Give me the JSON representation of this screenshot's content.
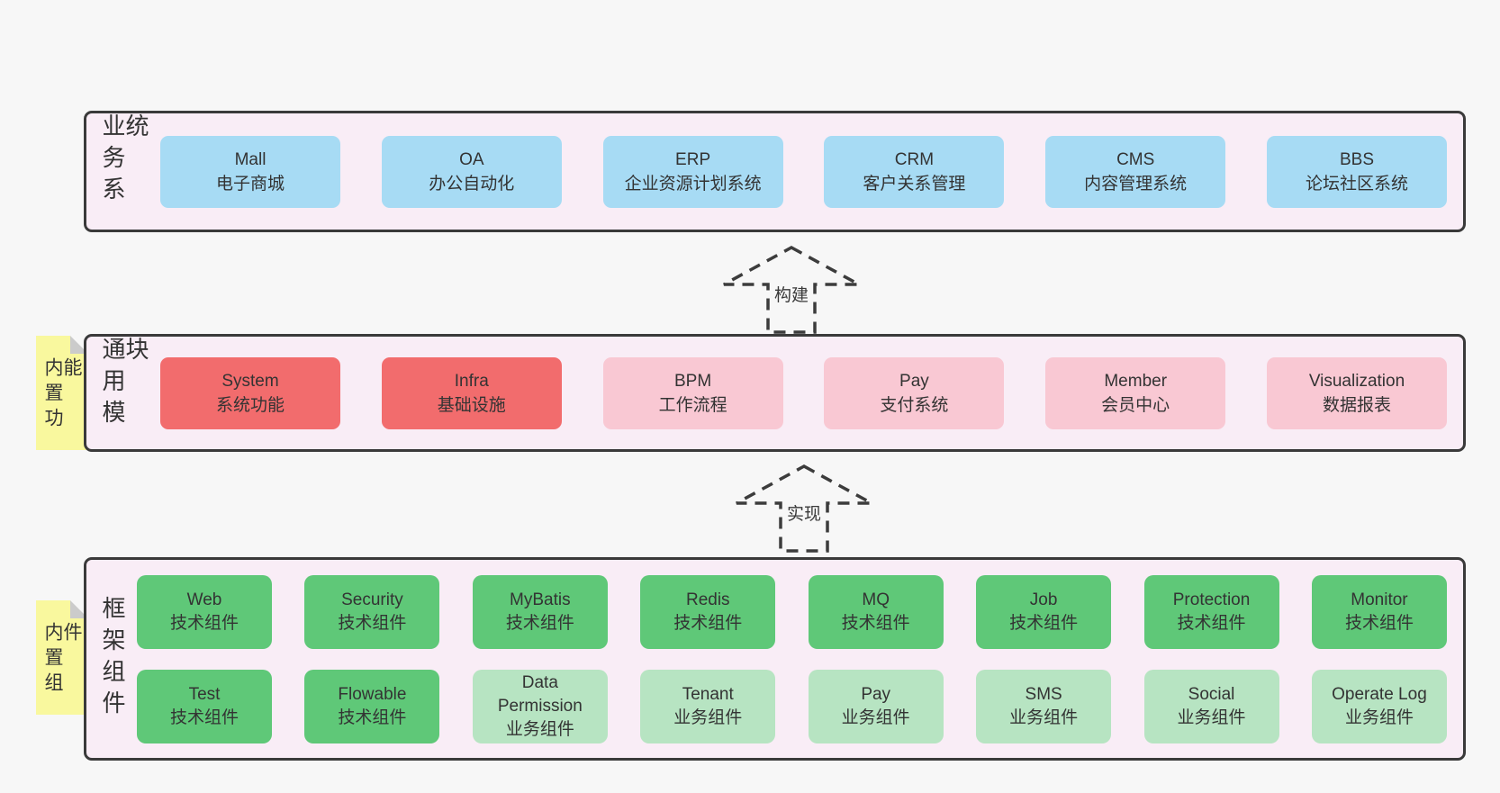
{
  "colors": {
    "page_bg": "#f7f7f7",
    "layer_bg": "#f9edf6",
    "layer_border": "#3a3a3a",
    "blue_box": "#a7dbf4",
    "red_box": "#f26c6d",
    "pink_box": "#f9c8d3",
    "green_box": "#5fc878",
    "light_green_box": "#b7e4c2",
    "note_bg": "#f9f89e",
    "note_fold": "#cbcbcb",
    "text": "#333333"
  },
  "business_layer": {
    "label": "业务系统",
    "boxes": [
      {
        "name": "Mall",
        "desc": "电子商城"
      },
      {
        "name": "OA",
        "desc": "办公自动化"
      },
      {
        "name": "ERP",
        "desc": "企业资源计划系统"
      },
      {
        "name": "CRM",
        "desc": "客户关系管理"
      },
      {
        "name": "CMS",
        "desc": "内容管理系统"
      },
      {
        "name": "BBS",
        "desc": "论坛社区系统"
      }
    ]
  },
  "build_arrow": {
    "label": "构建"
  },
  "modules_layer": {
    "label": "通用模块",
    "note": "内置功能",
    "boxes": [
      {
        "name": "System",
        "desc": "系统功能"
      },
      {
        "name": "Infra",
        "desc": "基础设施"
      },
      {
        "name": "BPM",
        "desc": "工作流程"
      },
      {
        "name": "Pay",
        "desc": "支付系统"
      },
      {
        "name": "Member",
        "desc": "会员中心"
      },
      {
        "name": "Visualization",
        "desc": "数据报表"
      }
    ]
  },
  "implement_arrow": {
    "label": "实现"
  },
  "components_layer": {
    "label": "框架组件",
    "note": "内置组件",
    "row1": [
      {
        "name": "Web",
        "desc": "技术组件"
      },
      {
        "name": "Security",
        "desc": "技术组件"
      },
      {
        "name": "MyBatis",
        "desc": "技术组件"
      },
      {
        "name": "Redis",
        "desc": "技术组件"
      },
      {
        "name": "MQ",
        "desc": "技术组件"
      },
      {
        "name": "Job",
        "desc": "技术组件"
      },
      {
        "name": "Protection",
        "desc": "技术组件"
      },
      {
        "name": "Monitor",
        "desc": "技术组件"
      }
    ],
    "row2": [
      {
        "name": "Test",
        "desc": "技术组件"
      },
      {
        "name": "Flowable",
        "desc": "技术组件"
      },
      {
        "name": "Data Permission",
        "desc": "业务组件"
      },
      {
        "name": "Tenant",
        "desc": "业务组件"
      },
      {
        "name": "Pay",
        "desc": "业务组件"
      },
      {
        "name": "SMS",
        "desc": "业务组件"
      },
      {
        "name": "Social",
        "desc": "业务组件"
      },
      {
        "name": "Operate Log",
        "desc": "业务组件"
      }
    ]
  }
}
